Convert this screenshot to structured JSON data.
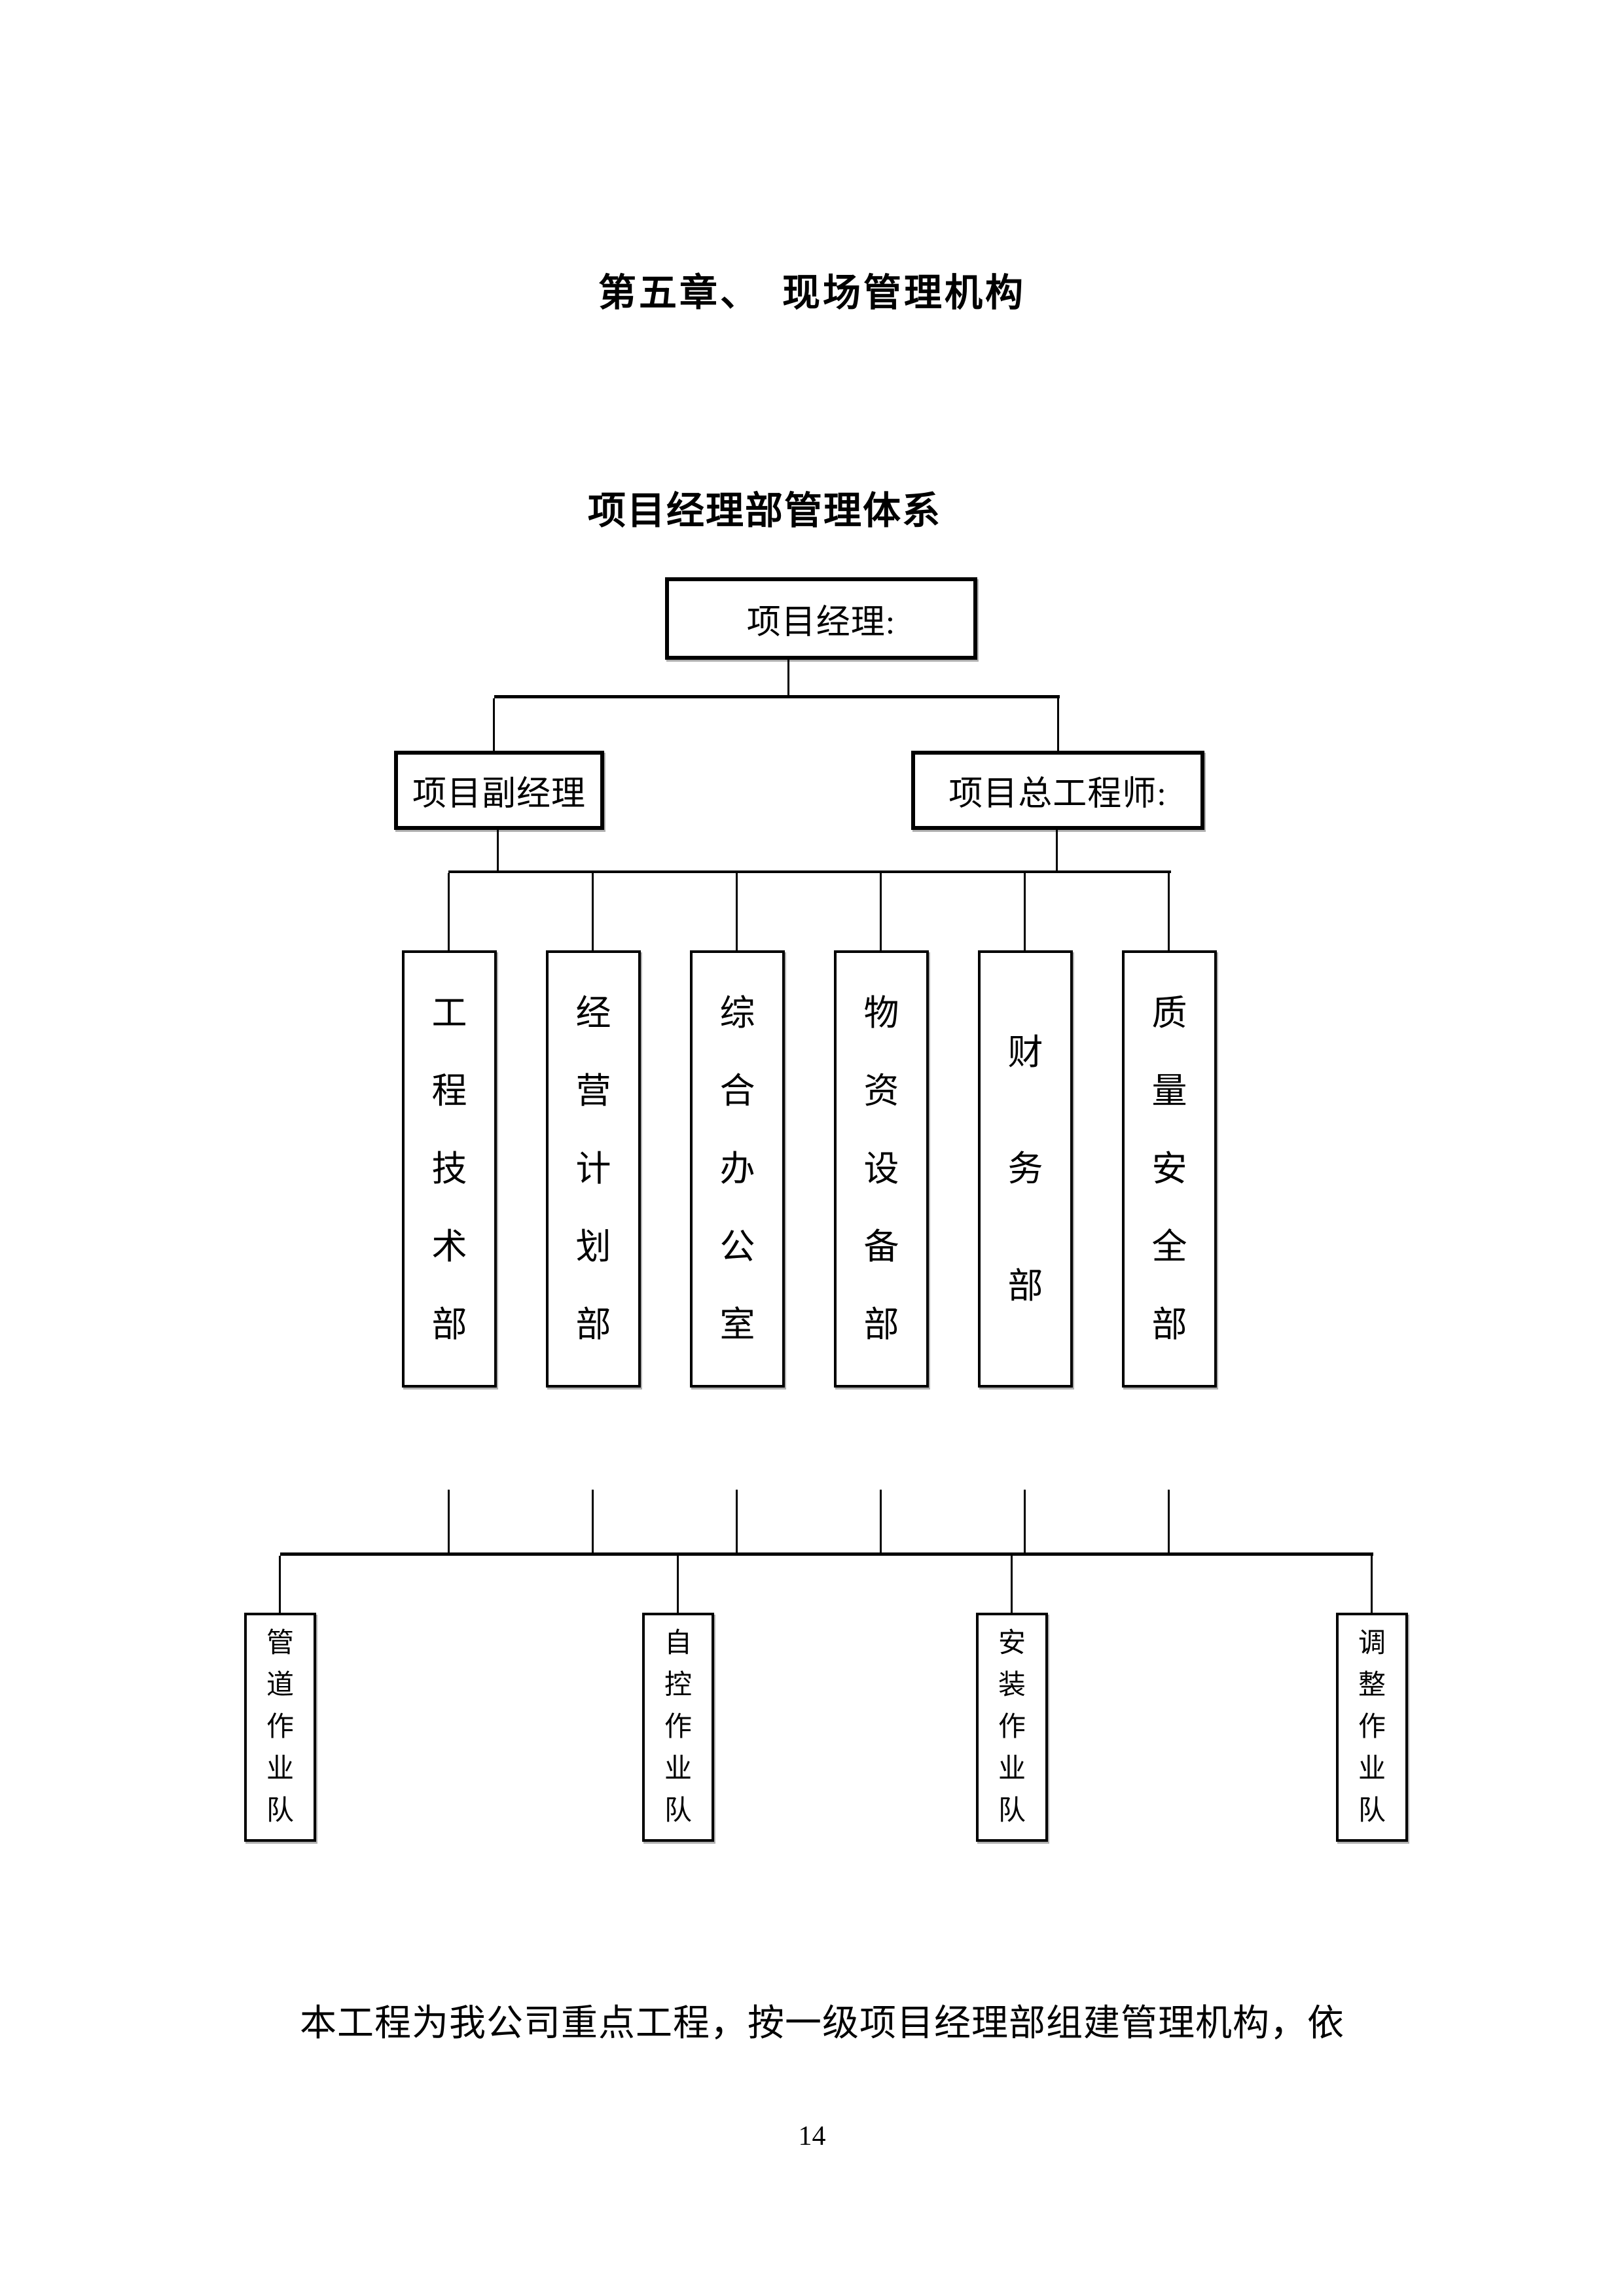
{
  "document": {
    "chapter_title": "第五章、　现场管理机构",
    "diagram_title": "项目经理部管理体系",
    "body_paragraph": "本工程为我公司重点工程，按一级项目经理部组建管理机构，依",
    "page_number": "14"
  },
  "org_chart": {
    "root": {
      "label": "项目经理:"
    },
    "level2": [
      {
        "label": "项目副经理"
      },
      {
        "label": "项目总工程师:"
      }
    ],
    "departments": [
      {
        "label": "工程技术部"
      },
      {
        "label": "经营计划部"
      },
      {
        "label": "综合办公室"
      },
      {
        "label": "物资设备部"
      },
      {
        "label": "财务部"
      },
      {
        "label": "质量安全部"
      }
    ],
    "teams": [
      {
        "label": "管道作业队"
      },
      {
        "label": "自控作业队"
      },
      {
        "label": "安装作业队"
      },
      {
        "label": "调整作业队"
      }
    ]
  }
}
